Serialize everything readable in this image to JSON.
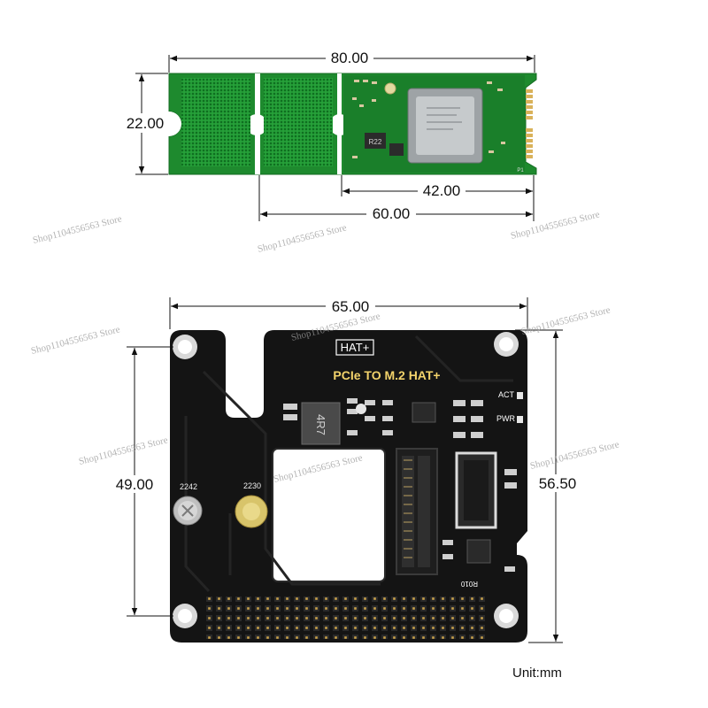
{
  "colors": {
    "ssd_pcb": "#1e8a2e",
    "ssd_pad": "#0d6b1e",
    "hat_pcb": "#141414",
    "silk": "#ffffff",
    "gold": "#d9b25a",
    "dim_line": "#111111"
  },
  "ssd_module": {
    "length_label": "80.00",
    "width_label": "22.00",
    "dim_42_label": "42.00",
    "dim_60_label": "60.00",
    "chip_marking": "R22",
    "edge_label": "P1"
  },
  "hat_board": {
    "width_label": "65.00",
    "height_label": "56.50",
    "hole_span_label": "49.00",
    "title": "PCIe TO M.2 HAT+",
    "badge": "HAT+",
    "led_act": "ACT",
    "led_pwr": "PWR",
    "pos_2242": "2242",
    "pos_2230": "2230",
    "inductor_marking": "4R7",
    "r010_marking": "R010"
  },
  "watermarks": {
    "text_1": "Shop1104556563 Store",
    "text_2": "Shop1104556563 Store",
    "text_3": "Shop1104556563 Store",
    "text_4": "Shop1104556563 Store",
    "text_5": "Shop1104556563 Store",
    "text_6": "Shop1104556563 Store",
    "text_7": "Shop1104556563 Store",
    "text_8": "Shop1104556563 Store",
    "text_9": "Shop1104556563 Store"
  },
  "unit_label": "Unit:mm"
}
